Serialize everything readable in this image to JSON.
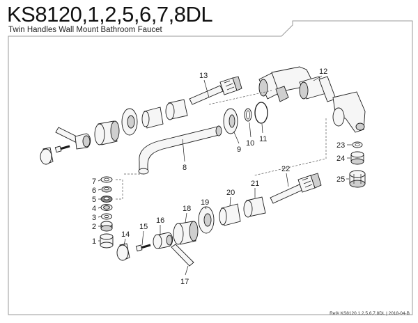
{
  "header": {
    "title": "KS8120,1,2,5,6,7,8DL",
    "subtitle": "Twin Handles Wall Mount Bathroom Faucet"
  },
  "callouts": {
    "c1": "1",
    "c2": "2",
    "c3": "3",
    "c4": "4",
    "c5": "5",
    "c6": "6",
    "c7": "7",
    "c8": "8",
    "c9": "9",
    "c10": "10",
    "c11": "11",
    "c12": "12",
    "c13": "13",
    "c14": "14",
    "c15": "15",
    "c16": "16",
    "c17": "17",
    "c18": "18",
    "c19": "19",
    "c20": "20",
    "c21": "21",
    "c22": "22",
    "c23": "23",
    "c24": "24",
    "c25": "25"
  },
  "footer": {
    "reference": "Ref# KS8120,1,2,5,6,7,8DL | 2018-04-B"
  }
}
